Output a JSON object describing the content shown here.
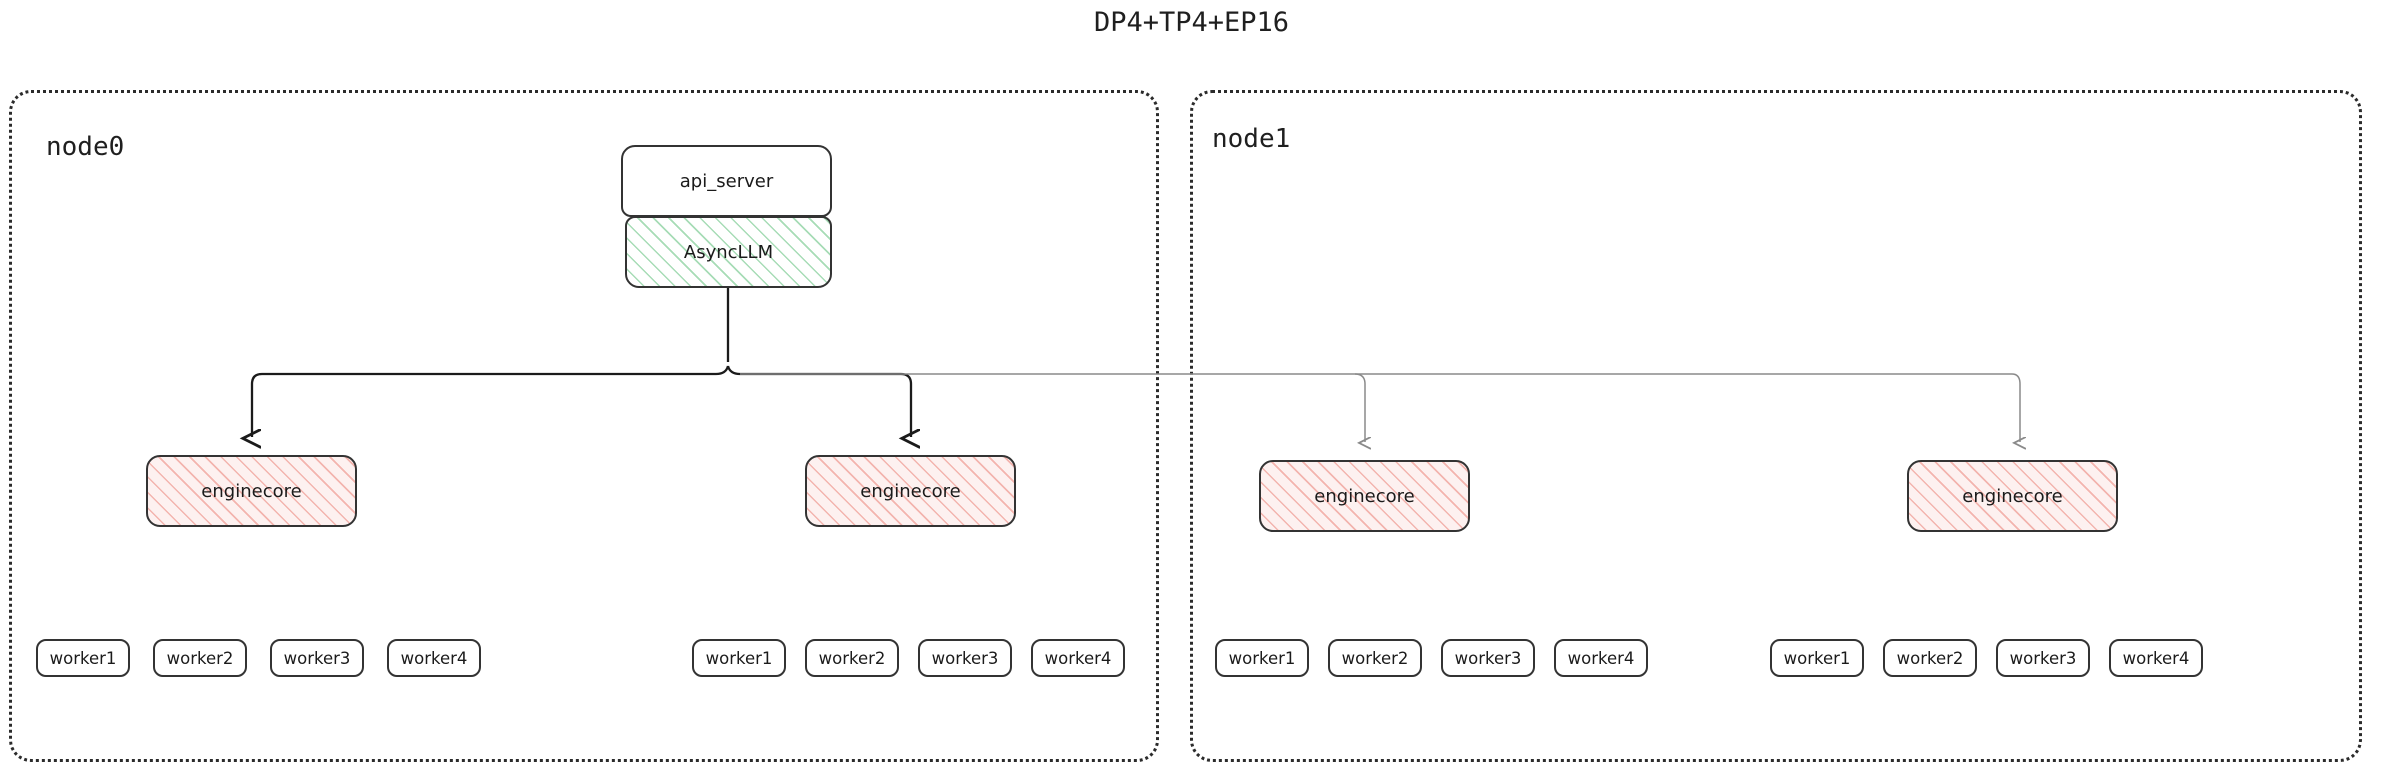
{
  "title": "DP4+TP4+EP16",
  "colors": {
    "border": "#333333",
    "node_border": "#2b2b2b",
    "async_llm_hatch": "#a7dcb6",
    "enginecore_hatch": "#f3b4ae",
    "enginecore_fill": "#fdf1f0",
    "arrow_local": "#1b1b1b",
    "arrow_remote": "#8a8a8a",
    "text": "#1b1b1b",
    "background": "#ffffff"
  },
  "nodes": [
    {
      "id": "node0",
      "label": "node0",
      "boxes": {
        "api_server": "api_server",
        "async_llm": "AsyncLLM"
      },
      "enginecores": [
        {
          "label": "enginecore",
          "workers": [
            "worker1",
            "worker2",
            "worker3",
            "worker4"
          ]
        },
        {
          "label": "enginecore",
          "workers": [
            "worker1",
            "worker2",
            "worker3",
            "worker4"
          ]
        }
      ]
    },
    {
      "id": "node1",
      "label": "node1",
      "enginecores": [
        {
          "label": "enginecore",
          "workers": [
            "worker1",
            "worker2",
            "worker3",
            "worker4"
          ]
        },
        {
          "label": "enginecore",
          "workers": [
            "worker1",
            "worker2",
            "worker3",
            "worker4"
          ]
        }
      ]
    }
  ],
  "diagram": {
    "type": "tree",
    "description": "api_server stacked on AsyncLLM in node0 fans out to four enginecore processes: two local in node0 (black arrows) and two remote in node1 (gray arrows). Each enginecore owns four workers.",
    "edges": [
      {
        "from": "AsyncLLM",
        "to": "enginecore-0",
        "style": "local"
      },
      {
        "from": "AsyncLLM",
        "to": "enginecore-1",
        "style": "local"
      },
      {
        "from": "AsyncLLM",
        "to": "enginecore-2",
        "style": "remote"
      },
      {
        "from": "AsyncLLM",
        "to": "enginecore-3",
        "style": "remote"
      }
    ]
  }
}
